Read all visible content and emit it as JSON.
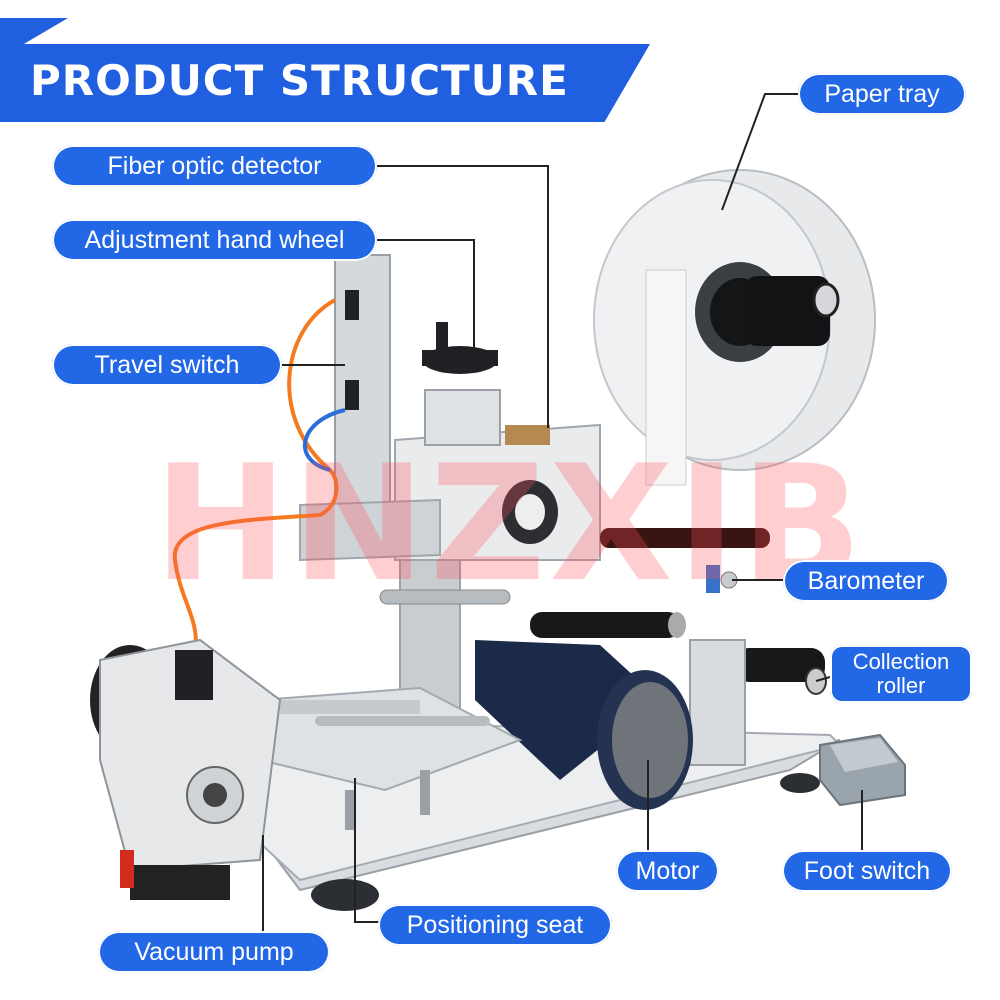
{
  "header": {
    "title": "PRODUCT STRUCTURE"
  },
  "watermark": {
    "text": "HNZXIB"
  },
  "colors": {
    "accent": "#1f5fe0",
    "label_bg": "#2167e6",
    "watermark": "#ff505a"
  },
  "labels": {
    "paper_tray": "Paper tray",
    "fiber_optic_detector": "Fiber optic detector",
    "adjustment_hand_wheel": "Adjustment hand wheel",
    "travel_switch": "Travel switch",
    "barometer": "Barometer",
    "collection_roller_line1": "Collection",
    "collection_roller_line2": "roller",
    "motor": "Motor",
    "foot_switch": "Foot switch",
    "positioning_seat": "Positioning seat",
    "vacuum_pump": "Vacuum pump"
  }
}
